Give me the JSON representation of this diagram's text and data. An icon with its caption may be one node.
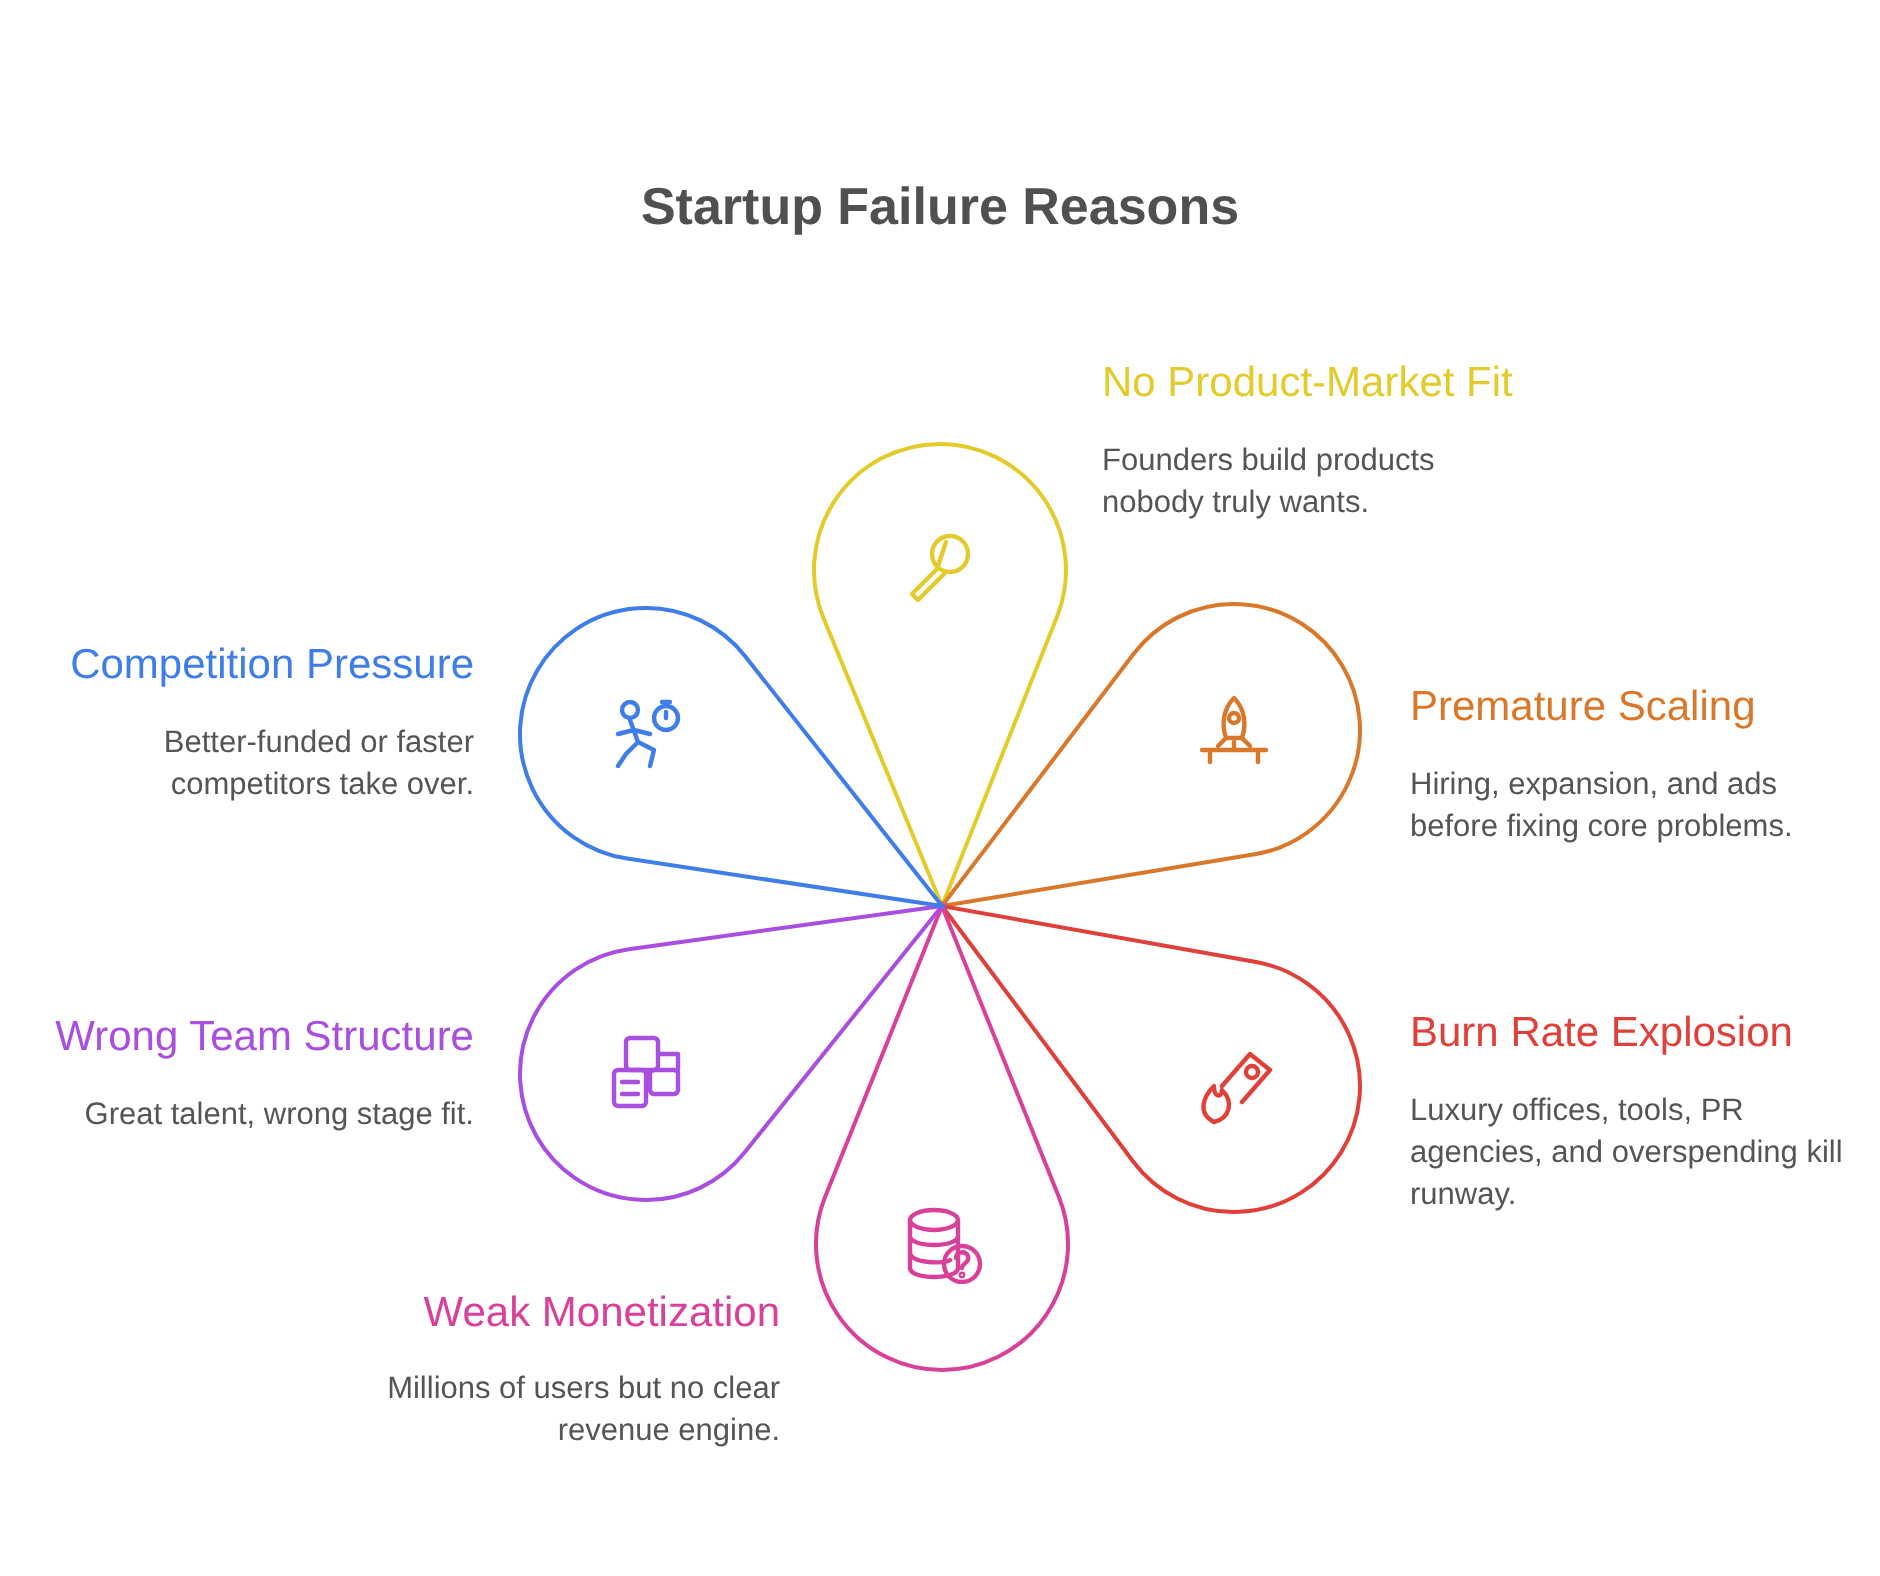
{
  "diagram": {
    "title": "Startup Failure Reasons",
    "nodes": [
      {
        "text": [
          "No Product-Market Fit",
          "Founders build products nobody truly wants."
        ]
      },
      {
        "text": [
          "Premature Scaling",
          "Hiring, expansion, and ads before fixing core problems."
        ]
      },
      {
        "text": [
          "Burn Rate Explosion",
          "Luxury offices, tools, PR agencies, and overspending kill runway."
        ]
      },
      {
        "text": [
          "Weak Monetization",
          "Millions of users but no clear revenue engine."
        ]
      },
      {
        "text": [
          "Wrong Team Structure",
          "Great talent, wrong stage fit."
        ]
      },
      {
        "text": [
          "Competition Pressure",
          "Better-funded or faster competitors take over."
        ]
      }
    ],
    "edges": []
  }
}
